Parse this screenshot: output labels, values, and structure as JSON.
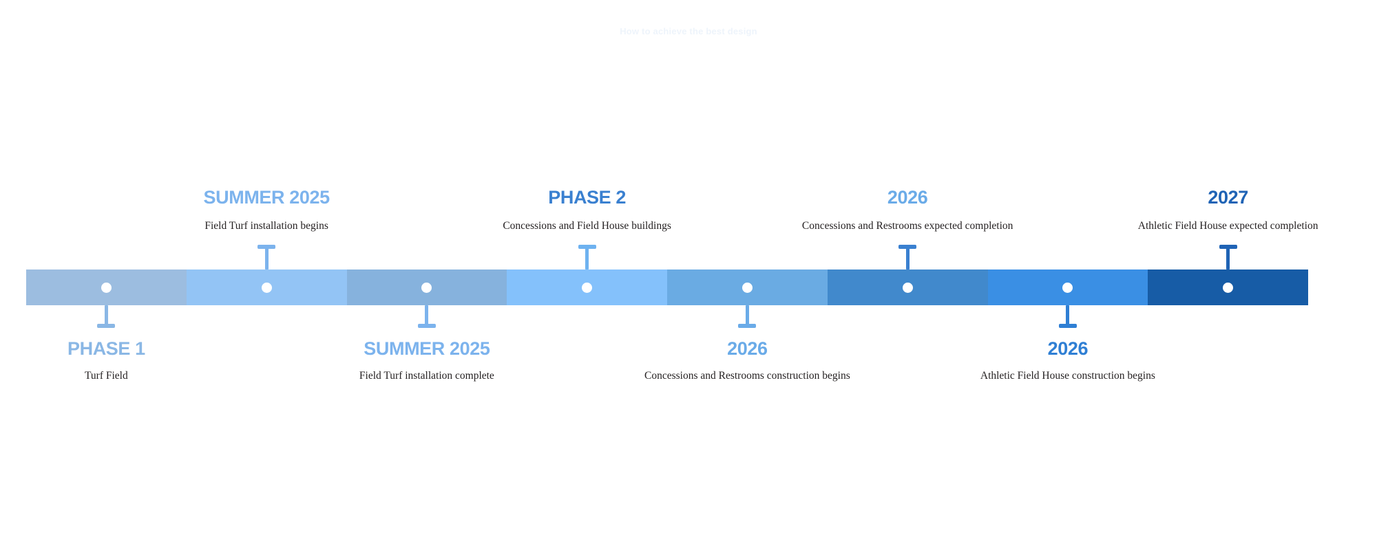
{
  "watermark": {
    "text": "How to achieve the best design"
  },
  "timeline": {
    "segments": [
      {
        "color": "#9cbde0"
      },
      {
        "color": "#93c4f5"
      },
      {
        "color": "#86b2dd"
      },
      {
        "color": "#84c1fb"
      },
      {
        "color": "#6aabe3"
      },
      {
        "color": "#4189cc"
      },
      {
        "color": "#3a8fe4"
      },
      {
        "color": "#175ca6"
      }
    ],
    "milestones": [
      {
        "position": "down",
        "headline": "PHASE 1",
        "description": "Turf Field",
        "headline_color": "#8ab7e5",
        "connector_color": "#8ab7e5"
      },
      {
        "position": "up",
        "headline": "SUMMER 2025",
        "description": "Field Turf installation begins",
        "headline_color": "#7cb3ed",
        "connector_color": "#7cb3ed"
      },
      {
        "position": "down",
        "headline": "SUMMER 2025",
        "description": "Field Turf installation complete",
        "headline_color": "#7cb3ed",
        "connector_color": "#7cb3ed"
      },
      {
        "position": "up",
        "headline": "PHASE 2",
        "description": "Concessions and Field House buildings",
        "headline_color": "#3a80d0",
        "connector_color": "#6eb2f0"
      },
      {
        "position": "down",
        "headline": "2026",
        "description": "Concessions and Restrooms construction begins",
        "headline_color": "#6aabe8",
        "connector_color": "#6aabe8"
      },
      {
        "position": "up",
        "headline": "2026",
        "description": "Concessions and Restrooms expected completion",
        "headline_color": "#6aabe8",
        "connector_color": "#3a80d0"
      },
      {
        "position": "down",
        "headline": "2026",
        "description": "Athletic Field House construction begins",
        "headline_color": "#2f7fd4",
        "connector_color": "#2f7fd4"
      },
      {
        "position": "up",
        "headline": "2027",
        "description": "Athletic Field House expected completion",
        "headline_color": "#1f63b5",
        "connector_color": "#1f63b5"
      }
    ]
  }
}
